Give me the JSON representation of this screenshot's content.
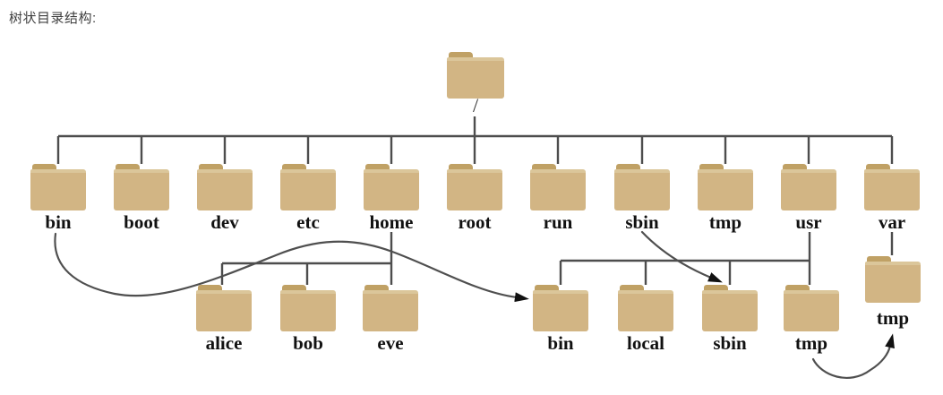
{
  "title": "树状目录结构:",
  "root": {
    "label": "/"
  },
  "level1": [
    {
      "label": "bin"
    },
    {
      "label": "boot"
    },
    {
      "label": "dev"
    },
    {
      "label": "etc"
    },
    {
      "label": "home"
    },
    {
      "label": "root"
    },
    {
      "label": "run"
    },
    {
      "label": "sbin"
    },
    {
      "label": "tmp"
    },
    {
      "label": "usr"
    },
    {
      "label": "var"
    }
  ],
  "home_children": [
    {
      "label": "alice"
    },
    {
      "label": "bob"
    },
    {
      "label": "eve"
    }
  ],
  "usr_children": [
    {
      "label": "bin"
    },
    {
      "label": "local"
    },
    {
      "label": "sbin"
    },
    {
      "label": "tmp"
    }
  ],
  "var_children": [
    {
      "label": "tmp"
    }
  ],
  "arrows": [
    {
      "name": "bin-to-usr-bin",
      "from": "bin",
      "to": "usr/bin"
    },
    {
      "name": "sbin-to-usr-sbin",
      "from": "sbin",
      "to": "usr/sbin"
    },
    {
      "name": "usr-tmp-to-var-tmp",
      "from": "usr/tmp",
      "to": "var/tmp"
    }
  ],
  "colors": {
    "folder_body": "#d2b584",
    "folder_body_highlight": "#dbc69a",
    "folder_tab": "#c0a165",
    "tree_line": "#4d4d4d",
    "arrow_line": "#4f4f4f",
    "arrowhead": "#111111",
    "label_text": "#111111",
    "title_text": "#3e3e3e"
  }
}
